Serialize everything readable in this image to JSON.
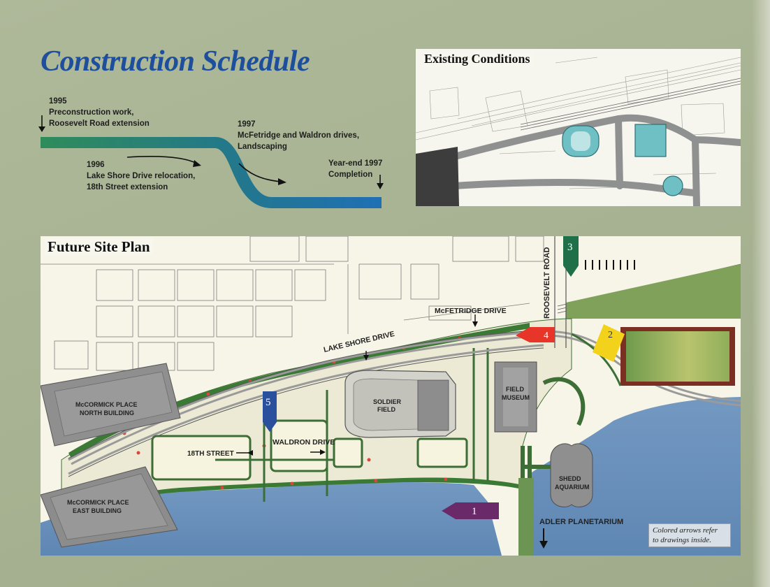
{
  "title": "Construction Schedule",
  "schedule": {
    "milestones": [
      {
        "year": "1995",
        "lines": [
          "Preconstruction work,",
          "Roosevelt Road extension"
        ]
      },
      {
        "year": "1996",
        "lines": [
          "Lake Shore Drive relocation,",
          "18th Street extension"
        ]
      },
      {
        "year": "1997",
        "lines": [
          "McFetridge and Waldron drives,",
          "Landscaping"
        ]
      },
      {
        "year": "Year-end 1997",
        "lines": [
          "Completion"
        ]
      }
    ]
  },
  "existing_conditions": {
    "title": "Existing Conditions"
  },
  "future_site_plan": {
    "title": "Future Site Plan",
    "labels": {
      "roosevelt_road": "ROOSEVELT ROAD",
      "mcfetridge_drive": "McFETRIDGE DRIVE",
      "lake_shore_drive": "LAKE SHORE DRIVE",
      "mccormick_north_1": "McCORMICK PLACE",
      "mccormick_north_2": "NORTH BUILDING",
      "mccormick_east_1": "McCORMICK PLACE",
      "mccormick_east_2": "EAST BUILDING",
      "soldier_field_1": "SOLDIER",
      "soldier_field_2": "FIELD",
      "field_museum_1": "FIELD",
      "field_museum_2": "MUSEUM",
      "shedd_1": "SHEDD",
      "shedd_2": "AQUARIUM",
      "eighteenth_street": "18TH STREET",
      "waldron_drive": "WALDRON DRIVE",
      "adler_planetarium": "ADLER PLANETARIUM"
    },
    "arrows": [
      {
        "number": "1",
        "color": "#6a2a6a"
      },
      {
        "number": "2",
        "color": "#f2d21a"
      },
      {
        "number": "3",
        "color": "#1f7048"
      },
      {
        "number": "4",
        "color": "#e8352a"
      },
      {
        "number": "5",
        "color": "#2a4f9c"
      }
    ],
    "note_lines": [
      "Colored arrows refer",
      "to drawings inside."
    ]
  },
  "colors": {
    "title_blue": "#1e4f9c",
    "timeline_start": "#2f8c5a",
    "timeline_end": "#1f6fb6",
    "water": "#6f95bf",
    "park_green": "#4f8a3e",
    "building_gray": "#8d8d8d"
  }
}
